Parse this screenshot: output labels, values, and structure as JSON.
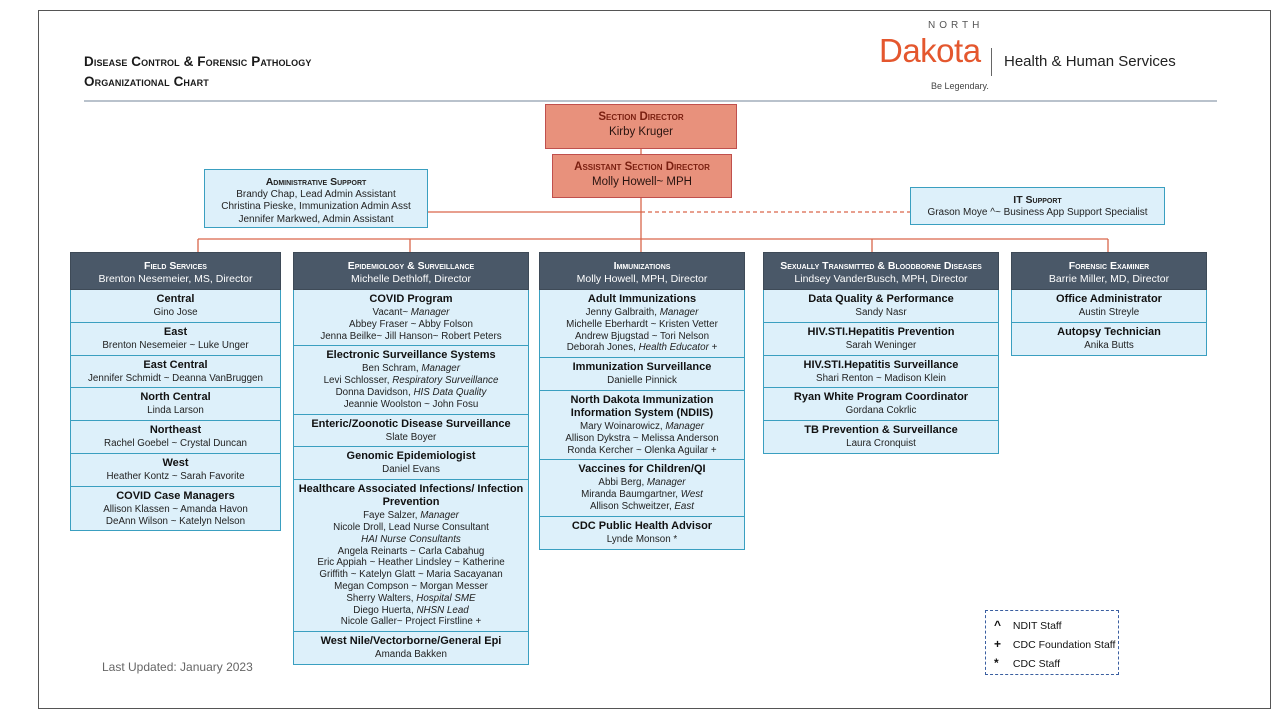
{
  "header": {
    "title_line1": "Disease Control & Forensic Pathology",
    "title_line2": "Organizational Chart"
  },
  "logo": {
    "north": "NORTH",
    "dakota": "Dakota",
    "department": "Health & Human Services",
    "tagline": "Be Legendary."
  },
  "section_director": {
    "title": "Section Director",
    "name": "Kirby Kruger"
  },
  "assistant_director": {
    "title": "Assistant Section Director",
    "name": "Molly Howell~ MPH"
  },
  "admin_support": {
    "title": "Administrative Support",
    "lines": [
      "Brandy Chap, Lead Admin Assistant",
      "Christina Pieske, Immunization Admin Asst",
      "Jennifer Markwed, Admin Assistant"
    ]
  },
  "it_support": {
    "title": "IT Support",
    "lines": [
      "Grason Moye ^~ Business App Support Specialist"
    ]
  },
  "columns": [
    {
      "title": "Field Services",
      "director": "Brenton Nesemeier, MS, Director",
      "units": [
        {
          "name": "Central",
          "lines": [
            "Gino Jose"
          ]
        },
        {
          "name": "East",
          "lines": [
            "Brenton Nesemeier ~ Luke Unger"
          ]
        },
        {
          "name": "East Central",
          "lines": [
            "Jennifer Schmidt ~ Deanna VanBruggen"
          ]
        },
        {
          "name": "North Central",
          "lines": [
            "Linda Larson"
          ]
        },
        {
          "name": "Northeast",
          "lines": [
            "Rachel Goebel ~ Crystal Duncan"
          ]
        },
        {
          "name": "West",
          "lines": [
            "Heather Kontz ~ Sarah Favorite"
          ]
        },
        {
          "name": "COVID Case Managers",
          "lines": [
            "Allison Klassen ~ Amanda Havon",
            "DeAnn Wilson ~ Katelyn Nelson"
          ]
        }
      ]
    },
    {
      "title": "Epidemiology & Surveillance",
      "director": "Michelle Dethloff, Director",
      "units": [
        {
          "name": "COVID Program",
          "lines": [
            "Vacant~ |Manager",
            "Abbey Fraser ~ Abby Folson",
            "Jenna Beilke~ Jill Hanson~ Robert Peters"
          ]
        },
        {
          "name": "Electronic Surveillance Systems",
          "lines": [
            "Ben Schram, |Manager",
            "Levi Schlosser, |Respiratory Surveillance",
            "Donna Davidson, |HIS Data Quality",
            "Jeannie Woolston ~ John Fosu"
          ]
        },
        {
          "name": "Enteric/Zoonotic Disease Surveillance",
          "lines": [
            "Slate Boyer"
          ]
        },
        {
          "name": "Genomic Epidemiologist",
          "lines": [
            "Daniel Evans"
          ]
        },
        {
          "name": "Healthcare Associated Infections/ Infection Prevention",
          "lines": [
            "Faye Salzer, |Manager",
            "Nicole Droll, Lead Nurse Consultant",
            "|HAI Nurse Consultants",
            "Angela Reinarts ~ Carla Cabahug",
            "Eric Appiah ~ Heather Lindsley ~ Katherine",
            "Griffith ~ Katelyn Glatt ~ Maria Sacayanan",
            "Megan Compson ~ Morgan Messer",
            "Sherry Walters, |Hospital SME",
            "Diego Huerta, |NHSN Lead",
            "Nicole Galler~ Project Firstline +"
          ]
        },
        {
          "name": "West Nile/Vectorborne/General Epi",
          "lines": [
            "Amanda Bakken"
          ]
        }
      ]
    },
    {
      "title": "Immunizations",
      "director": "Molly Howell, MPH,  Director",
      "units": [
        {
          "name": "Adult Immunizations",
          "lines": [
            "Jenny Galbraith, |Manager",
            "Michelle Eberhardt ~ Kristen Vetter",
            "Andrew Bjugstad ~ Tori Nelson",
            "Deborah Jones, |Health Educator| +"
          ]
        },
        {
          "name": "Immunization Surveillance",
          "lines": [
            "Danielle Pinnick"
          ]
        },
        {
          "name": "North Dakota Immunization Information System (NDIIS)",
          "lines": [
            "Mary Woinarowicz, |Manager",
            "Allison Dykstra ~ Melissa Anderson",
            "Ronda Kercher ~ Olenka Aguilar +"
          ]
        },
        {
          "name": "Vaccines for Children/QI",
          "lines": [
            "Abbi Berg, |Manager",
            "Miranda Baumgartner, |West",
            "Allison Schweitzer, |East"
          ]
        },
        {
          "name": "CDC Public Health Advisor",
          "lines": [
            "Lynde Monson *"
          ]
        }
      ]
    },
    {
      "title": "Sexually Transmitted & Bloodborne Diseases",
      "director": "Lindsey VanderBusch, MPH, Director",
      "units": [
        {
          "name": "Data Quality & Performance",
          "lines": [
            "Sandy Nasr"
          ]
        },
        {
          "name": "HIV.STI.Hepatitis Prevention",
          "lines": [
            "Sarah Weninger"
          ]
        },
        {
          "name": "HIV.STI.Hepatitis Surveillance",
          "lines": [
            "Shari Renton ~ Madison Klein"
          ]
        },
        {
          "name": "Ryan White Program Coordinator",
          "lines": [
            "Gordana Cokrlic"
          ]
        },
        {
          "name": "TB Prevention & Surveillance",
          "lines": [
            "Laura Cronquist"
          ]
        }
      ]
    },
    {
      "title": "Forensic Examiner",
      "director": "Barrie Miller, MD, Director",
      "units": [
        {
          "name": "Office Administrator",
          "lines": [
            "Austin Streyle"
          ]
        },
        {
          "name": "Autopsy Technician",
          "lines": [
            "Anika Butts"
          ]
        }
      ]
    }
  ],
  "updated": "Last Updated: January 2023",
  "legend": [
    {
      "symbol": "^",
      "label": "NDIT Staff"
    },
    {
      "symbol": "+",
      "label": "CDC Foundation Staff"
    },
    {
      "symbol": "*",
      "label": "CDC Staff"
    }
  ],
  "colors": {
    "director_fill": "#e8917c",
    "column_header": "#4a5868",
    "unit_fill": "#ddf0fa",
    "connector": "#d9664a",
    "brand": "#e4572e"
  }
}
